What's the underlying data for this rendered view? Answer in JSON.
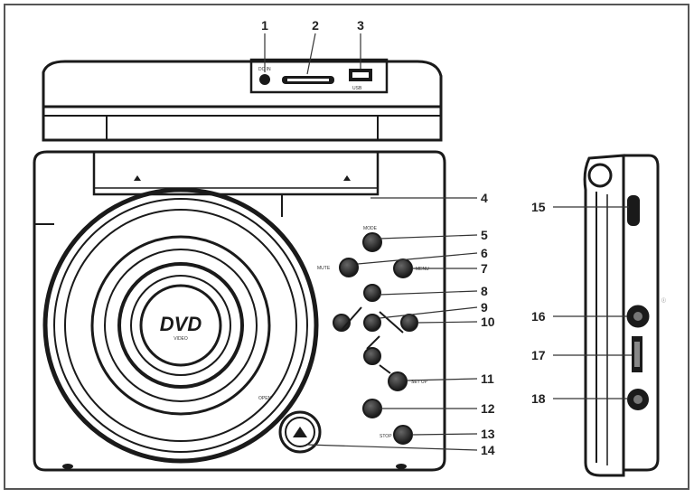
{
  "diagram": {
    "callouts": [
      "1",
      "2",
      "3",
      "4",
      "5",
      "6",
      "7",
      "8",
      "9",
      "10",
      "11",
      "12",
      "13",
      "14",
      "15",
      "16",
      "17",
      "18"
    ],
    "disc_logo": "DVD",
    "colors": {
      "ink": "#1a1a1a",
      "frame": "#555555",
      "background": "#ffffff"
    }
  }
}
